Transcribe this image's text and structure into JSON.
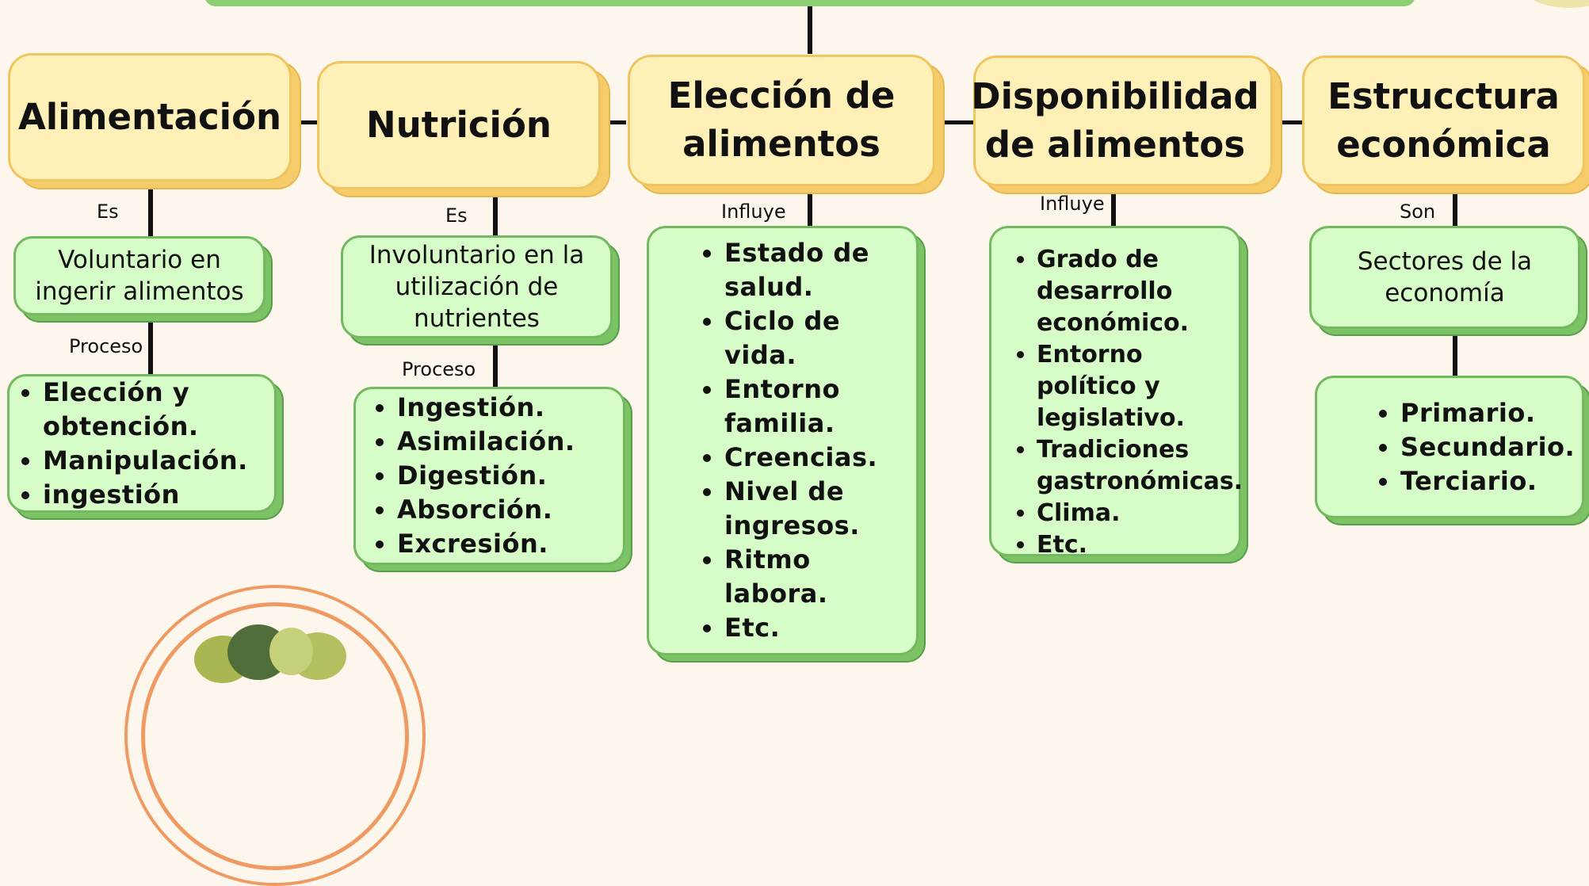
{
  "title_bar": {
    "color": "#8ccf72"
  },
  "colors": {
    "yellow_box": "#fff0b8",
    "yellow_border": "#efc560",
    "green_box": "#d6fcc8",
    "green_border": "#74b862",
    "plate": "#ee9a62"
  },
  "main_concepts": [
    {
      "text": "Alimentación"
    },
    {
      "text": "Nutrición"
    },
    {
      "text": "Elección de alimentos"
    },
    {
      "text": "Disponibilidad de alimentos"
    },
    {
      "text": "Estrucctura económica"
    }
  ],
  "connector_labels": {
    "alimentacion_es": "Es",
    "alimentacion_proceso": "Proceso",
    "nutricion_es": "Es",
    "nutricion_proceso": "Proceso",
    "eleccion_influye": "Influye",
    "disponibilidad_influye": "Influye",
    "estructura_son": "Son"
  },
  "definitions": {
    "alimentacion": "Voluntario en ingerir alimentos",
    "nutricion": "Involuntario en la utilización de nutrientes",
    "estructura": "Sectores de la economía"
  },
  "lists": {
    "alimentacion": [
      "Elección y obtención.",
      "Manipulación.",
      "ingestión"
    ],
    "nutricion": [
      "Ingestión.",
      "Asimilación.",
      "Digestión.",
      "Absorción.",
      "Excresión."
    ],
    "eleccion": [
      "Estado de salud.",
      "Ciclo de vida.",
      "Entorno familia.",
      "Creencias.",
      "Nivel de ingresos.",
      "Ritmo labora.",
      "Etc."
    ],
    "disponibilidad": [
      "Grado de desarrollo económico.",
      "Entorno político y legislativo.",
      "Tradiciones gastronómicas.",
      "Clima.",
      "Etc."
    ],
    "estructura": [
      "Primario.",
      "Secundario.",
      "Terciario."
    ]
  },
  "decoration": {
    "plate_icon": "lettuce-plate-icon"
  }
}
